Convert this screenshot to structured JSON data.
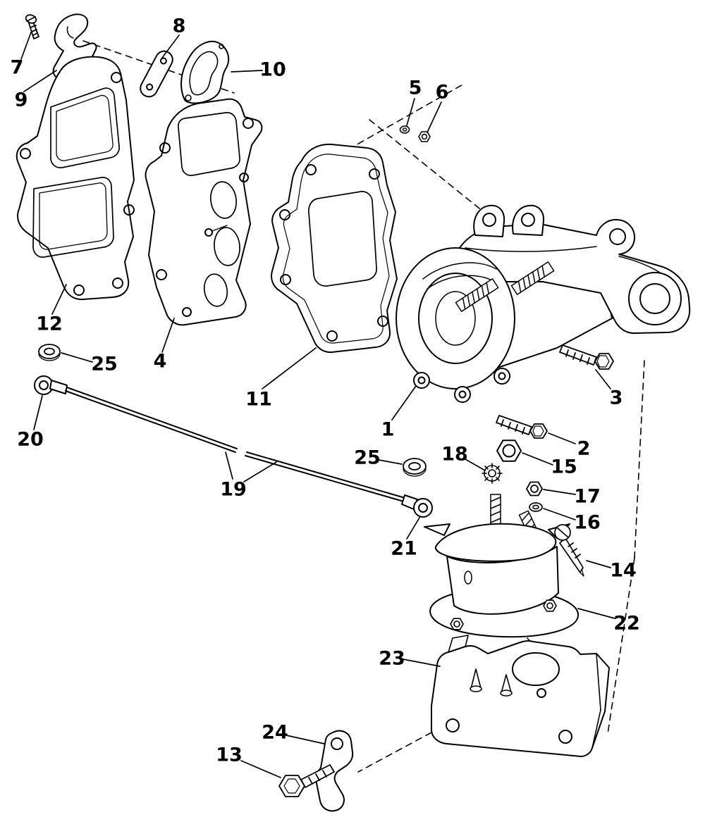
{
  "figure": {
    "background_color": "#ffffff",
    "line_color": "#000000",
    "style": "exploded-parts-line-drawing"
  },
  "callouts": [
    {
      "label": "7"
    },
    {
      "label": "9"
    },
    {
      "label": "8"
    },
    {
      "label": "10"
    },
    {
      "label": "5"
    },
    {
      "label": "6"
    },
    {
      "label": "12"
    },
    {
      "label": "4"
    },
    {
      "label": "25"
    },
    {
      "label": "11"
    },
    {
      "label": "1"
    },
    {
      "label": "3"
    },
    {
      "label": "20"
    },
    {
      "label": "2"
    },
    {
      "label": "15"
    },
    {
      "label": "18"
    },
    {
      "label": "25"
    },
    {
      "label": "17"
    },
    {
      "label": "19"
    },
    {
      "label": "16"
    },
    {
      "label": "21"
    },
    {
      "label": "14"
    },
    {
      "label": "22"
    },
    {
      "label": "23"
    },
    {
      "label": "24"
    },
    {
      "label": "13"
    }
  ]
}
